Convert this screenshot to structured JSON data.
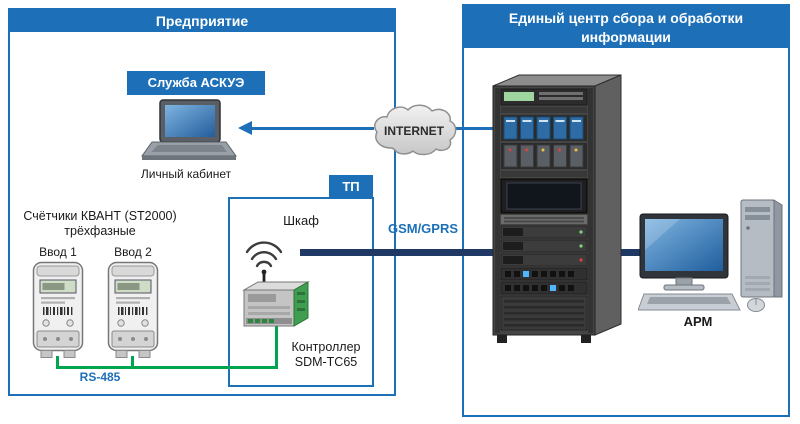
{
  "diagram": {
    "enterprise": {
      "title": "Предприятие",
      "askue_service": "Служба АСКУЭ",
      "laptop_caption": "Личный кабинет",
      "meters_caption": "Счётчики КВАНТ (ST2000)\nтрёхфазные",
      "meter1_label": "Ввод 1",
      "meter2_label": "Ввод 2",
      "bus_label": "RS-485"
    },
    "substation": {
      "title": "ТП",
      "cabinet_label": "Шкаф",
      "controller_caption": "Контроллер\nSDM-TC65",
      "link_label": "GSM/GPRS"
    },
    "internet_label": "INTERNET",
    "datacenter": {
      "title": "Единый центр сбора и обработки\nинформации",
      "workstation_label": "АРМ"
    },
    "colors": {
      "accent_blue": "#1d70b7",
      "line_navy": "#203864",
      "bus_green": "#00a550"
    }
  }
}
